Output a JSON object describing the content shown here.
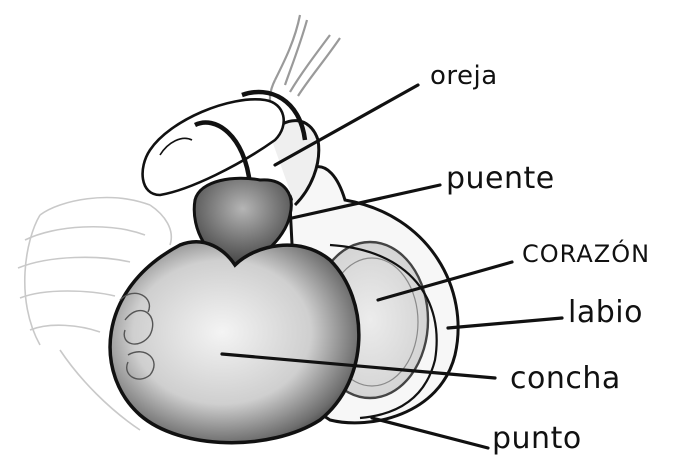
{
  "labels": {
    "oreja": "oreja",
    "puente": "puente",
    "corazon": "CORAZÓN",
    "labio": "labio",
    "concha": "concha",
    "punto": "punto"
  },
  "colors": {
    "ink": "#111111",
    "shadow": "#6b6b6b",
    "paper": "#ffffff"
  }
}
